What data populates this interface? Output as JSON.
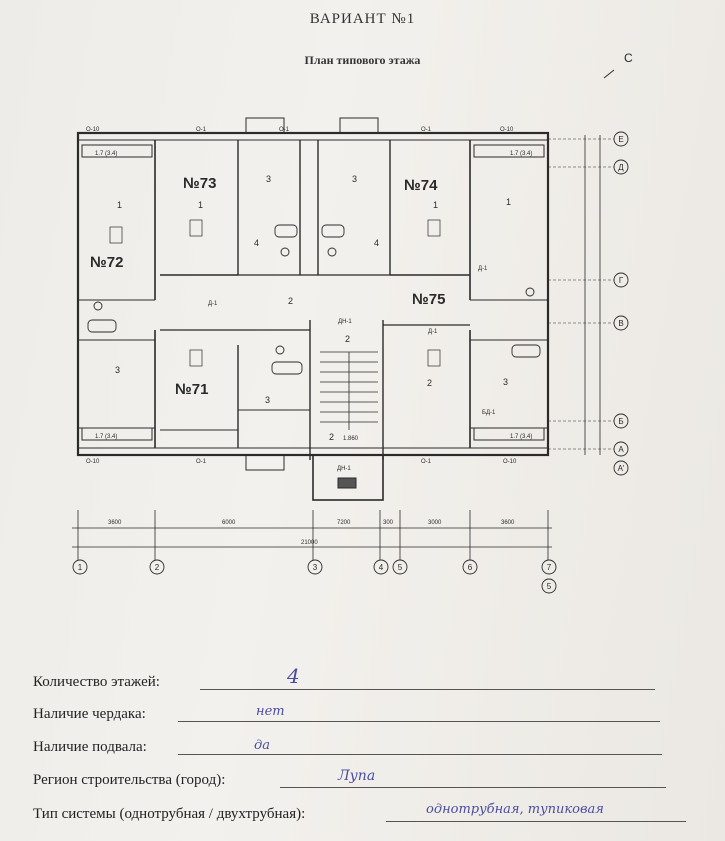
{
  "header": {
    "variant": "ВАРИАНТ №1",
    "plan_title": "План типового этажа",
    "corner_mark": "С"
  },
  "plan": {
    "apartments": [
      "№72",
      "№73",
      "№74",
      "№75",
      "№71"
    ],
    "room_numbers": [
      "1",
      "1",
      "1",
      "1",
      "2",
      "2",
      "3",
      "3",
      "3",
      "3",
      "3",
      "4",
      "4",
      "2",
      "2"
    ],
    "axes_numbers": [
      "1",
      "2",
      "3",
      "4",
      "5",
      "6",
      "7",
      "5"
    ],
    "axes_letters": [
      "Е",
      "Д",
      "Г",
      "В",
      "Б",
      "А",
      "А'"
    ],
    "dimensions": [
      "3600",
      "6000",
      "7200",
      "300",
      "3000",
      "3600",
      "21000"
    ],
    "labels": [
      "О-10",
      "О-1",
      "О-1",
      "О-1",
      "О-10",
      "1.7 (3.4)",
      "1.7 (3.4)",
      "О-10",
      "О-1",
      "О-1",
      "О-10",
      "1.7 (3.4)",
      "1.7 (3.4)",
      "Д-1",
      "Д-1",
      "Д-1",
      "БД-1",
      "ДН-1",
      "ДН-1",
      "1.860"
    ]
  },
  "form": {
    "floors_label": "Количество этажей:",
    "floors_value": "4",
    "attic_label": "Наличие чердака:",
    "attic_value": "нет",
    "basement_label": "Наличие подвала:",
    "basement_value": "да",
    "region_label": "Регион строительства (город):",
    "region_value": "Лупа",
    "system_label": "Тип системы (однотрубная / двухтрубная):",
    "system_value": "однотрубная, тупиковая"
  },
  "colors": {
    "ink": "#2a2a2a",
    "handwriting": "#4a4ca0",
    "paper": "#f1efeb"
  }
}
